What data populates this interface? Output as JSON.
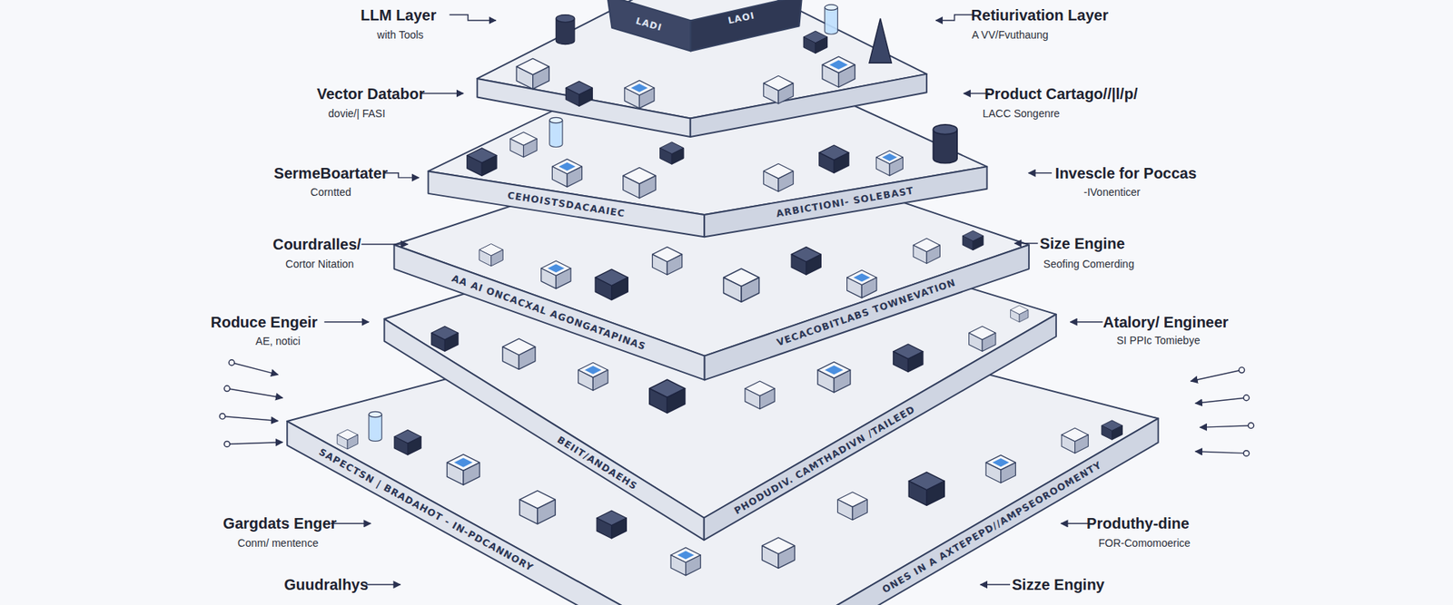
{
  "diagram": {
    "nodes": [
      {
        "text": [
          "LADI",
          "LAOI"
        ]
      },
      {
        "text": [
          "CEHOISTSDACAAIEC",
          "ARBICTIONI- SOLEBAST"
        ]
      },
      {
        "text": [
          "AA AI ONCACXAL AGONGATAPINAS",
          "VECACOBITLABS TOWNEVATION"
        ]
      },
      {
        "text": [
          "BEIIT/ANDAEHS",
          "PHODUDIV. CAMTHADIVN /TAILEED"
        ]
      },
      {
        "text": [
          "SAPECTSN | BRADAHOT - IN-PDCANNORY",
          "ONES IN A AXTEPEPD//AMPSEOROOMENTY"
        ]
      }
    ],
    "labels": [
      "LLM Layer",
      "with Tools",
      "Retiurivation Layer",
      "A VV/Fvuthaung",
      "Vector Databor",
      "dovie/| FASI",
      "Product Cartago//|l/p/",
      "LACC Songenre",
      "SermeBoartater",
      "Corntted",
      "Invescle for Poccas",
      "-IVonenticer",
      "Courdralles/",
      "Cortor Nitation",
      "Size Engine",
      "Seofing Comerding",
      "Roduce Engeir",
      "AE, notici",
      "Atalory/ Engineer",
      "SI PPIc Tomiebye",
      "Gargdats Enger",
      "Conm/ mentence",
      "Produthy-dine",
      "FOR-Comomoerice",
      "Guudralhys",
      "Sizze Enginy"
    ]
  }
}
